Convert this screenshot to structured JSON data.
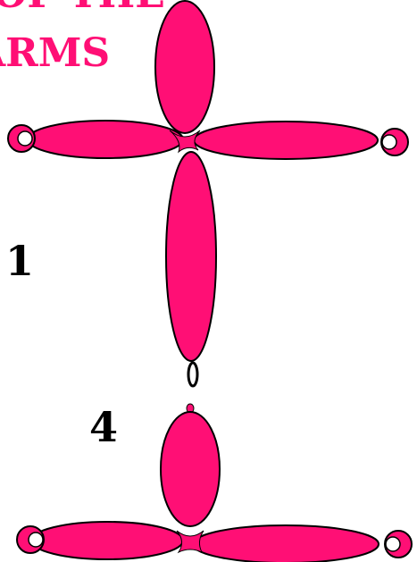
{
  "heading": {
    "line1": "OF THE",
    "line2": "ARMS"
  },
  "labels": {
    "step_one": "1",
    "step_four": "4"
  },
  "colors": {
    "petal_fill": "#ff0f75",
    "outline": "#000000",
    "background": "#ffffff",
    "ring_fill": "#ffffff"
  }
}
